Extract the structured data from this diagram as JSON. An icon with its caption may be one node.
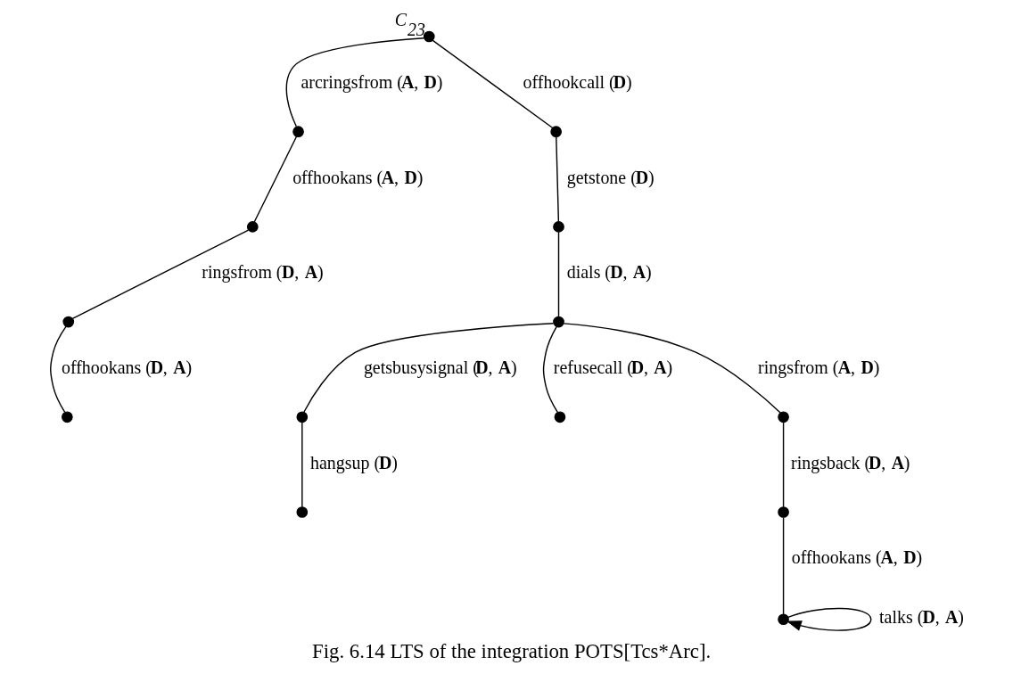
{
  "diagram": {
    "caption": "Fig. 6.14 LTS of the integration POTS[Tcs*Arc].",
    "nodes": [
      {
        "text": [],
        "shape": "circle",
        "beside": [
          "C$_{23}$"
        ]
      },
      {
        "text": [],
        "shape": "circle"
      },
      {
        "text": [],
        "shape": "circle"
      },
      {
        "text": [],
        "shape": "circle"
      },
      {
        "text": [],
        "shape": "circle"
      },
      {
        "text": [],
        "shape": "circle"
      },
      {
        "text": [],
        "shape": "circle"
      },
      {
        "text": [],
        "shape": "circle"
      },
      {
        "text": [],
        "shape": "circle"
      },
      {
        "text": [],
        "shape": "circle"
      },
      {
        "text": [],
        "shape": "circle"
      },
      {
        "text": [],
        "shape": "circle"
      },
      {
        "text": [],
        "shape": "circle"
      },
      {
        "text": [],
        "shape": "circle"
      }
    ],
    "edges": [
      {
        "from": 0,
        "to": 1,
        "arrow": "none",
        "label": "arcringsfrom (**A**, **D**)"
      },
      {
        "from": 1,
        "to": 2,
        "arrow": "none",
        "label": "offhookans (**A**, **D**)"
      },
      {
        "from": 2,
        "to": 3,
        "arrow": "none",
        "label": "ringsfrom (**D**, **A**)"
      },
      {
        "from": 3,
        "to": 4,
        "arrow": "none",
        "label": "offhookans (**D**, **A**)"
      },
      {
        "from": 0,
        "to": 5,
        "arrow": "none",
        "label": "offhookcall (**D**)"
      },
      {
        "from": 5,
        "to": 6,
        "arrow": "none",
        "label": "getstone (**D**)"
      },
      {
        "from": 6,
        "to": 7,
        "arrow": "none",
        "label": "dials (**D**, **A**)"
      },
      {
        "from": 7,
        "to": 8,
        "arrow": "none",
        "label": "getsbusysignal (**D**, **A**)"
      },
      {
        "from": 8,
        "to": 9,
        "arrow": "none",
        "label": "hangsup (**D**)"
      },
      {
        "from": 7,
        "to": 10,
        "arrow": "none",
        "label": "refusecall (**D**, **A**)"
      },
      {
        "from": 7,
        "to": 11,
        "arrow": "none",
        "label": "ringsfrom (**A**, **D**)"
      },
      {
        "from": 11,
        "to": 12,
        "arrow": "none",
        "label": "ringsback (**D**, **A**)"
      },
      {
        "from": 12,
        "to": 13,
        "arrow": "none",
        "label": "offhookans (**A**, **D**)"
      },
      {
        "from": 13,
        "to": 13,
        "arrow": "to",
        "label": "talks (**D**, **A**)"
      }
    ]
  }
}
